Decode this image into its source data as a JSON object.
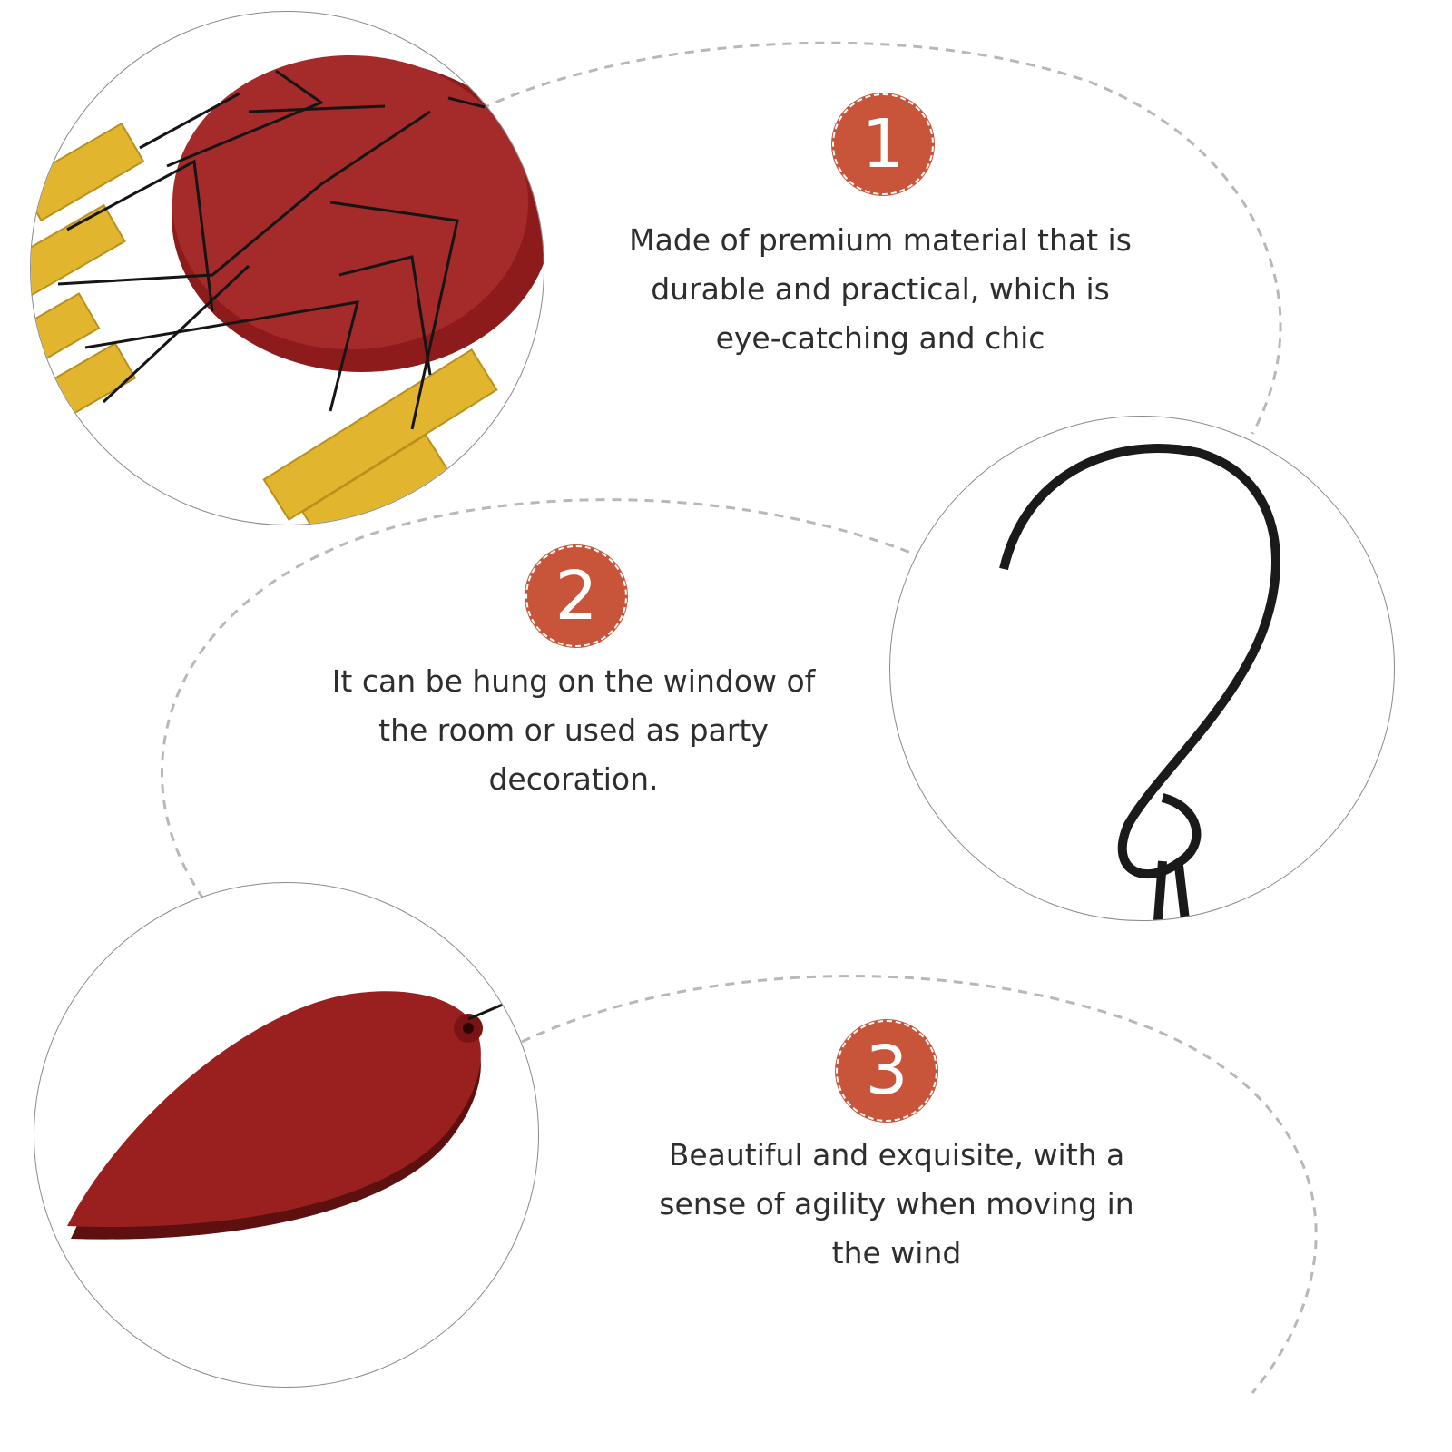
{
  "features": [
    {
      "number": "1",
      "text": "Made of premium material that is durable and practical, which is eye-catching and chic",
      "icon": "round-wood-disc-icon"
    },
    {
      "number": "2",
      "text": "It can be hung on the window of the room or used as party decoration.",
      "icon": "s-hook-icon"
    },
    {
      "number": "3",
      "text": "Beautiful and exquisite, with a sense of agility when moving in the wind",
      "icon": "leaf-pendant-icon"
    }
  ],
  "colors": {
    "badge": "#c8553a",
    "wood": "#8e1b1b",
    "tubes": "#e2b52e",
    "hook": "#1a1a1a",
    "dashed_line": "#b8b8b8",
    "text": "#2e2e2e"
  }
}
